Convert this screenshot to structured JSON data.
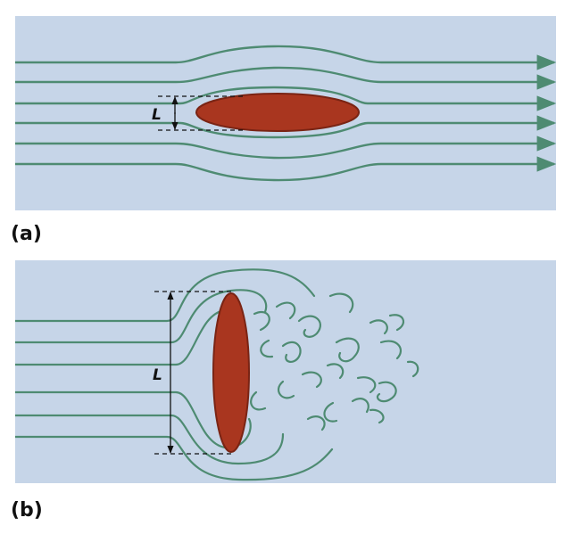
{
  "panels": [
    {
      "label": "(a)",
      "dimension_label": "L",
      "flow": "streamlined"
    },
    {
      "label": "(b)",
      "dimension_label": "L",
      "flow": "turbulent"
    }
  ],
  "colors": {
    "background": "#c6d5e8",
    "streamline": "#4e8b72",
    "body_fill": "#a9361f",
    "body_edge": "#7a2414",
    "dimension": "#111111"
  }
}
